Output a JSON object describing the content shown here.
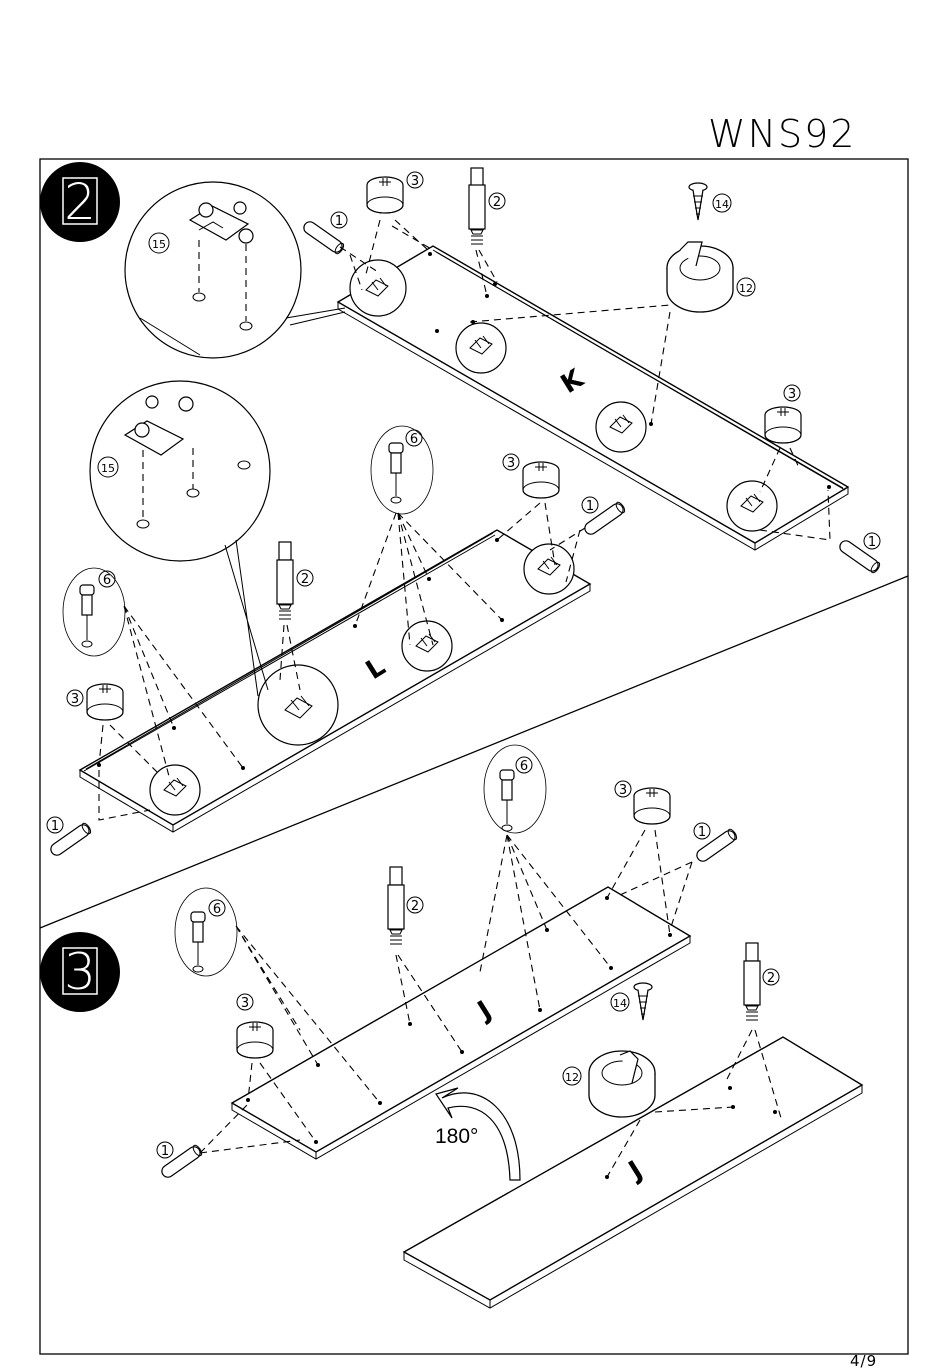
{
  "header": {
    "model": "WNS92"
  },
  "footer": {
    "page": "4/9"
  },
  "steps": [
    {
      "number": "2",
      "boards": [
        "K",
        "L"
      ]
    },
    {
      "number": "3",
      "boards": [
        "J",
        "J"
      ],
      "rotation": "180°"
    }
  ],
  "parts": {
    "p1": "1",
    "p2": "2",
    "p3": "3",
    "p6": "6",
    "p12": "12",
    "p14": "14",
    "p15": "15"
  }
}
